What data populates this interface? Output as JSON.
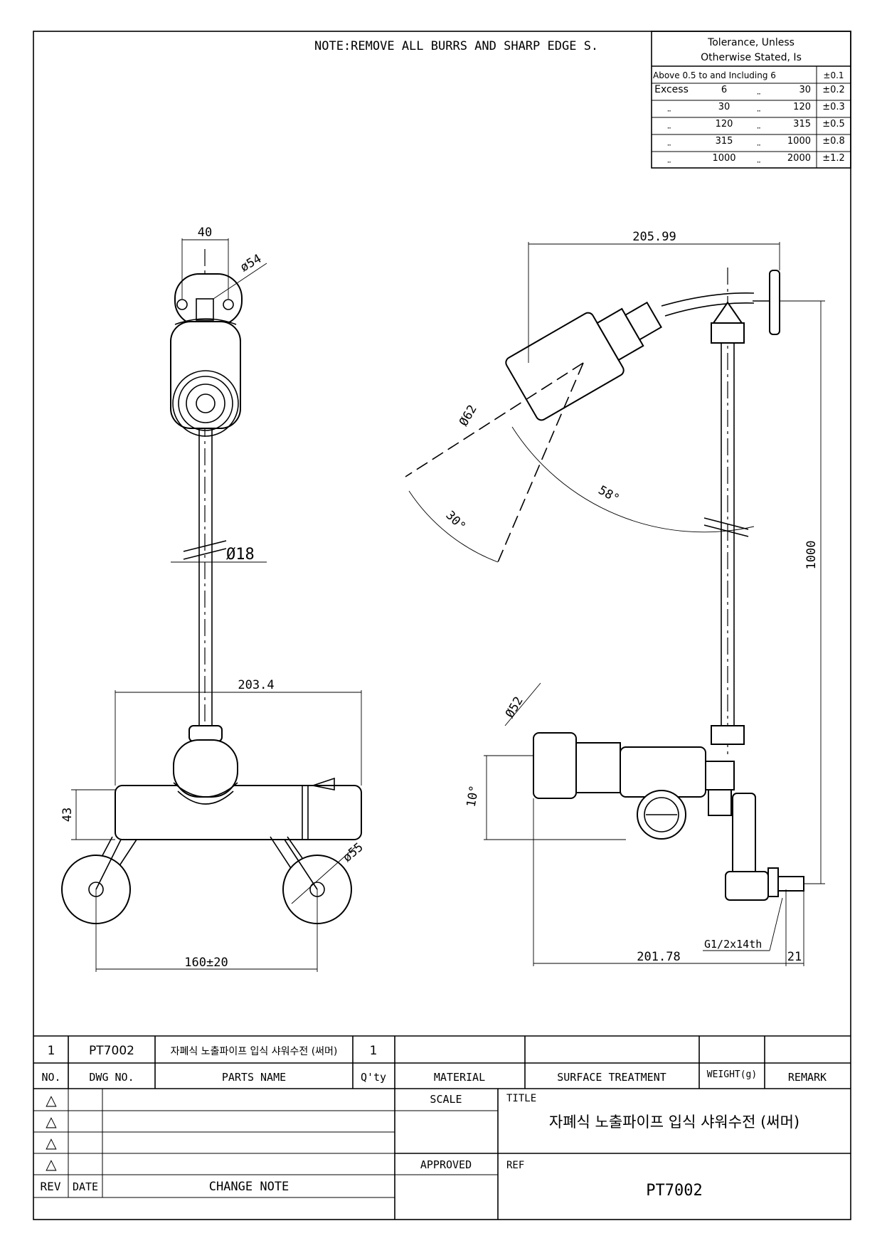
{
  "note": "NOTE:REMOVE ALL BURRS AND SHARP EDGE S.",
  "tolerance": {
    "header_line1": "Tolerance, Unless",
    "header_line2": "Otherwise Stated, Is",
    "first_row": {
      "label": "Above 0.5 to and Including 6",
      "tol": "±0.1"
    },
    "rows": [
      {
        "a": "Excess",
        "from": "6",
        "sep": "̤",
        "to": "30",
        "tol": "±0.2"
      },
      {
        "a": "̤",
        "from": "30",
        "sep": "̤",
        "to": "120",
        "tol": "±0.3"
      },
      {
        "a": "̤",
        "from": "120",
        "sep": "̤",
        "to": "315",
        "tol": "±0.5"
      },
      {
        "a": "̤",
        "from": "315",
        "sep": "̤",
        "to": "1000",
        "tol": "±0.8"
      },
      {
        "a": "̤",
        "from": "1000",
        "sep": "̤",
        "to": "2000",
        "tol": "±1.2"
      }
    ]
  },
  "dimensions": {
    "d40": "40",
    "d54": "ø54",
    "d18": "Ø18",
    "d203": "203.4",
    "d43": "43",
    "d55": "ø55",
    "d160": "160±20",
    "d205": "205.99",
    "d62": "Ø62",
    "d58": "58°",
    "d30": "30°",
    "d1000": "1000",
    "d52": "Ø52",
    "d10": "10°",
    "thread": "G1/2x14th",
    "d201": "201.78",
    "d21": "21"
  },
  "parts_list": {
    "row": {
      "no": "1",
      "dwg": "PT7002",
      "name": "자폐식 노출파이프 입식 샤워수전 (써머)",
      "qty": "1",
      "material": "",
      "surface": "",
      "weight": "",
      "remark": ""
    },
    "headers": {
      "no": "NO.",
      "dwg": "DWG NO.",
      "name": "PARTS NAME",
      "qty": "Q'ty",
      "material": "MATERIAL",
      "surface": "SURFACE TREATMENT",
      "weight": "WEIGHT(g)",
      "remark": "REMARK"
    }
  },
  "title_block": {
    "scale_label": "SCALE",
    "title_label": "TITLE",
    "title": "자폐식 노출파이프 입식 샤워수전 (써머)",
    "approved_label": "APPROVED",
    "ref_label": "REF",
    "ref": "PT7002",
    "rev_label": "REV",
    "date_label": "DATE",
    "change_note_label": "CHANGE NOTE",
    "rev_symbol": "△"
  }
}
